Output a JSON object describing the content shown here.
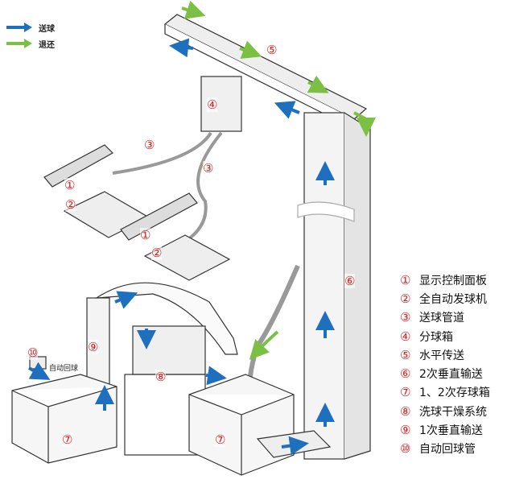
{
  "legend_top": [
    {
      "label": "送球",
      "color": "#1f6fbf"
    },
    {
      "label": "退还",
      "color": "#7bc043"
    }
  ],
  "callouts": {
    "c1a": "①",
    "c1b": "①",
    "c2a": "②",
    "c2b": "②",
    "c3a": "③",
    "c3b": "③",
    "c4": "④",
    "c5": "⑤",
    "c6": "⑥",
    "c7a": "⑦",
    "c7b": "⑦",
    "c8": "⑧",
    "c9": "⑨",
    "c10": "⑩"
  },
  "return_label": "自动回球",
  "key": [
    {
      "num": "①",
      "label": "显示控制面板"
    },
    {
      "num": "②",
      "label": "全自动发球机"
    },
    {
      "num": "③",
      "label": "送球管道"
    },
    {
      "num": "④",
      "label": "分球箱"
    },
    {
      "num": "⑤",
      "label": "水平传送"
    },
    {
      "num": "⑥",
      "label": "2次垂直输送"
    },
    {
      "num": "⑦",
      "label": "1、2次存球箱"
    },
    {
      "num": "⑧",
      "label": "洗球干燥系统"
    },
    {
      "num": "⑨",
      "label": "1次垂直输送"
    },
    {
      "num": "⑩",
      "label": "自动回球管"
    }
  ]
}
